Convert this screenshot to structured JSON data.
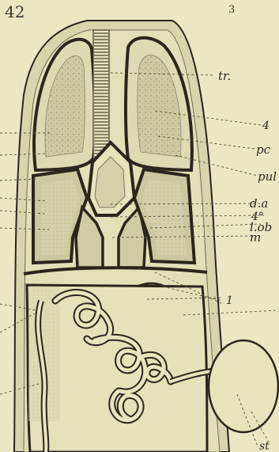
{
  "figure": {
    "number": "42",
    "corner_mark": "3"
  },
  "labels": {
    "tr": "tr.",
    "four": "4",
    "pc": "pc",
    "pul": "pul",
    "da": "d.a",
    "four_deg": "4°",
    "lob": "l.ob",
    "m": "m",
    "one": "1",
    "st": "st"
  },
  "colors": {
    "paper": "#ebe7c4",
    "outline": "#2a261c",
    "tissue": "#d9d5ae",
    "chamber": "#cfcba4",
    "stippled": "#c6c29a",
    "leader": "#55533f"
  }
}
